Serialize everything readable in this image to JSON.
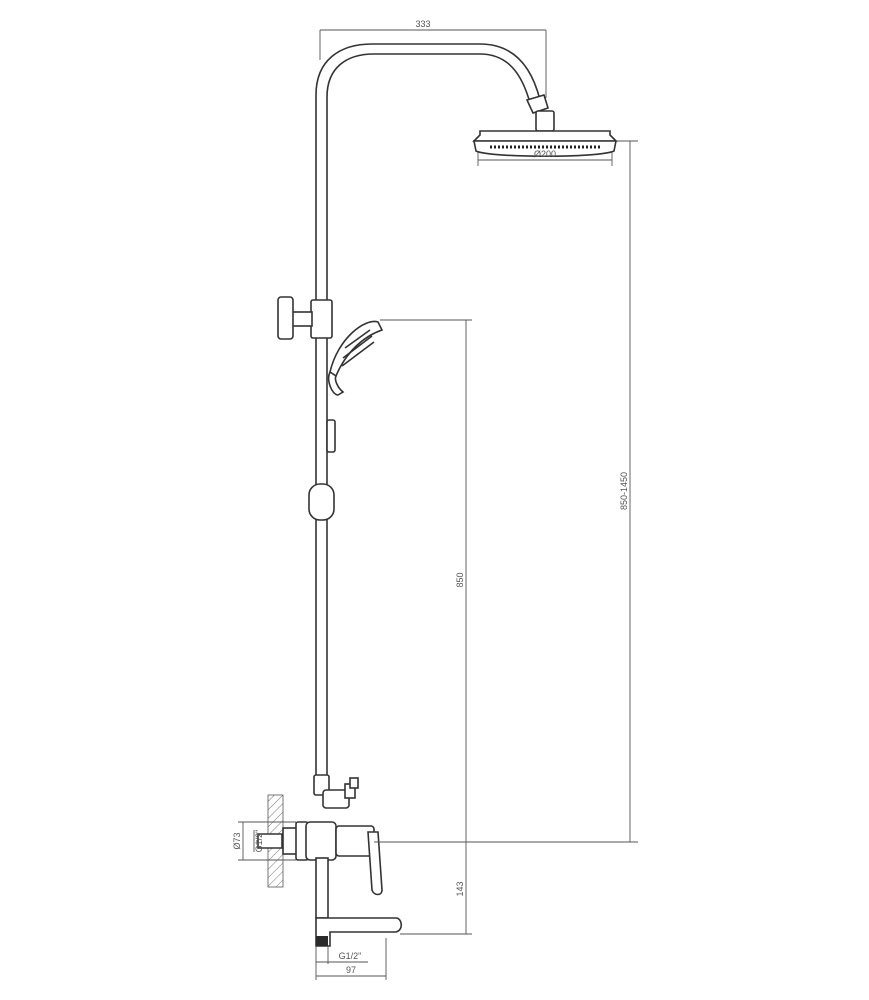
{
  "dimensions": {
    "top_width": "333",
    "head_diameter": "Ø200",
    "rain_height": "850-1450",
    "hand_height": "850",
    "spout_height": "143",
    "spout_reach": "97",
    "outlet_thread": "G1/2\"",
    "wall_inlet_diameter": "Ø73",
    "wall_thread": "G1/2\""
  }
}
